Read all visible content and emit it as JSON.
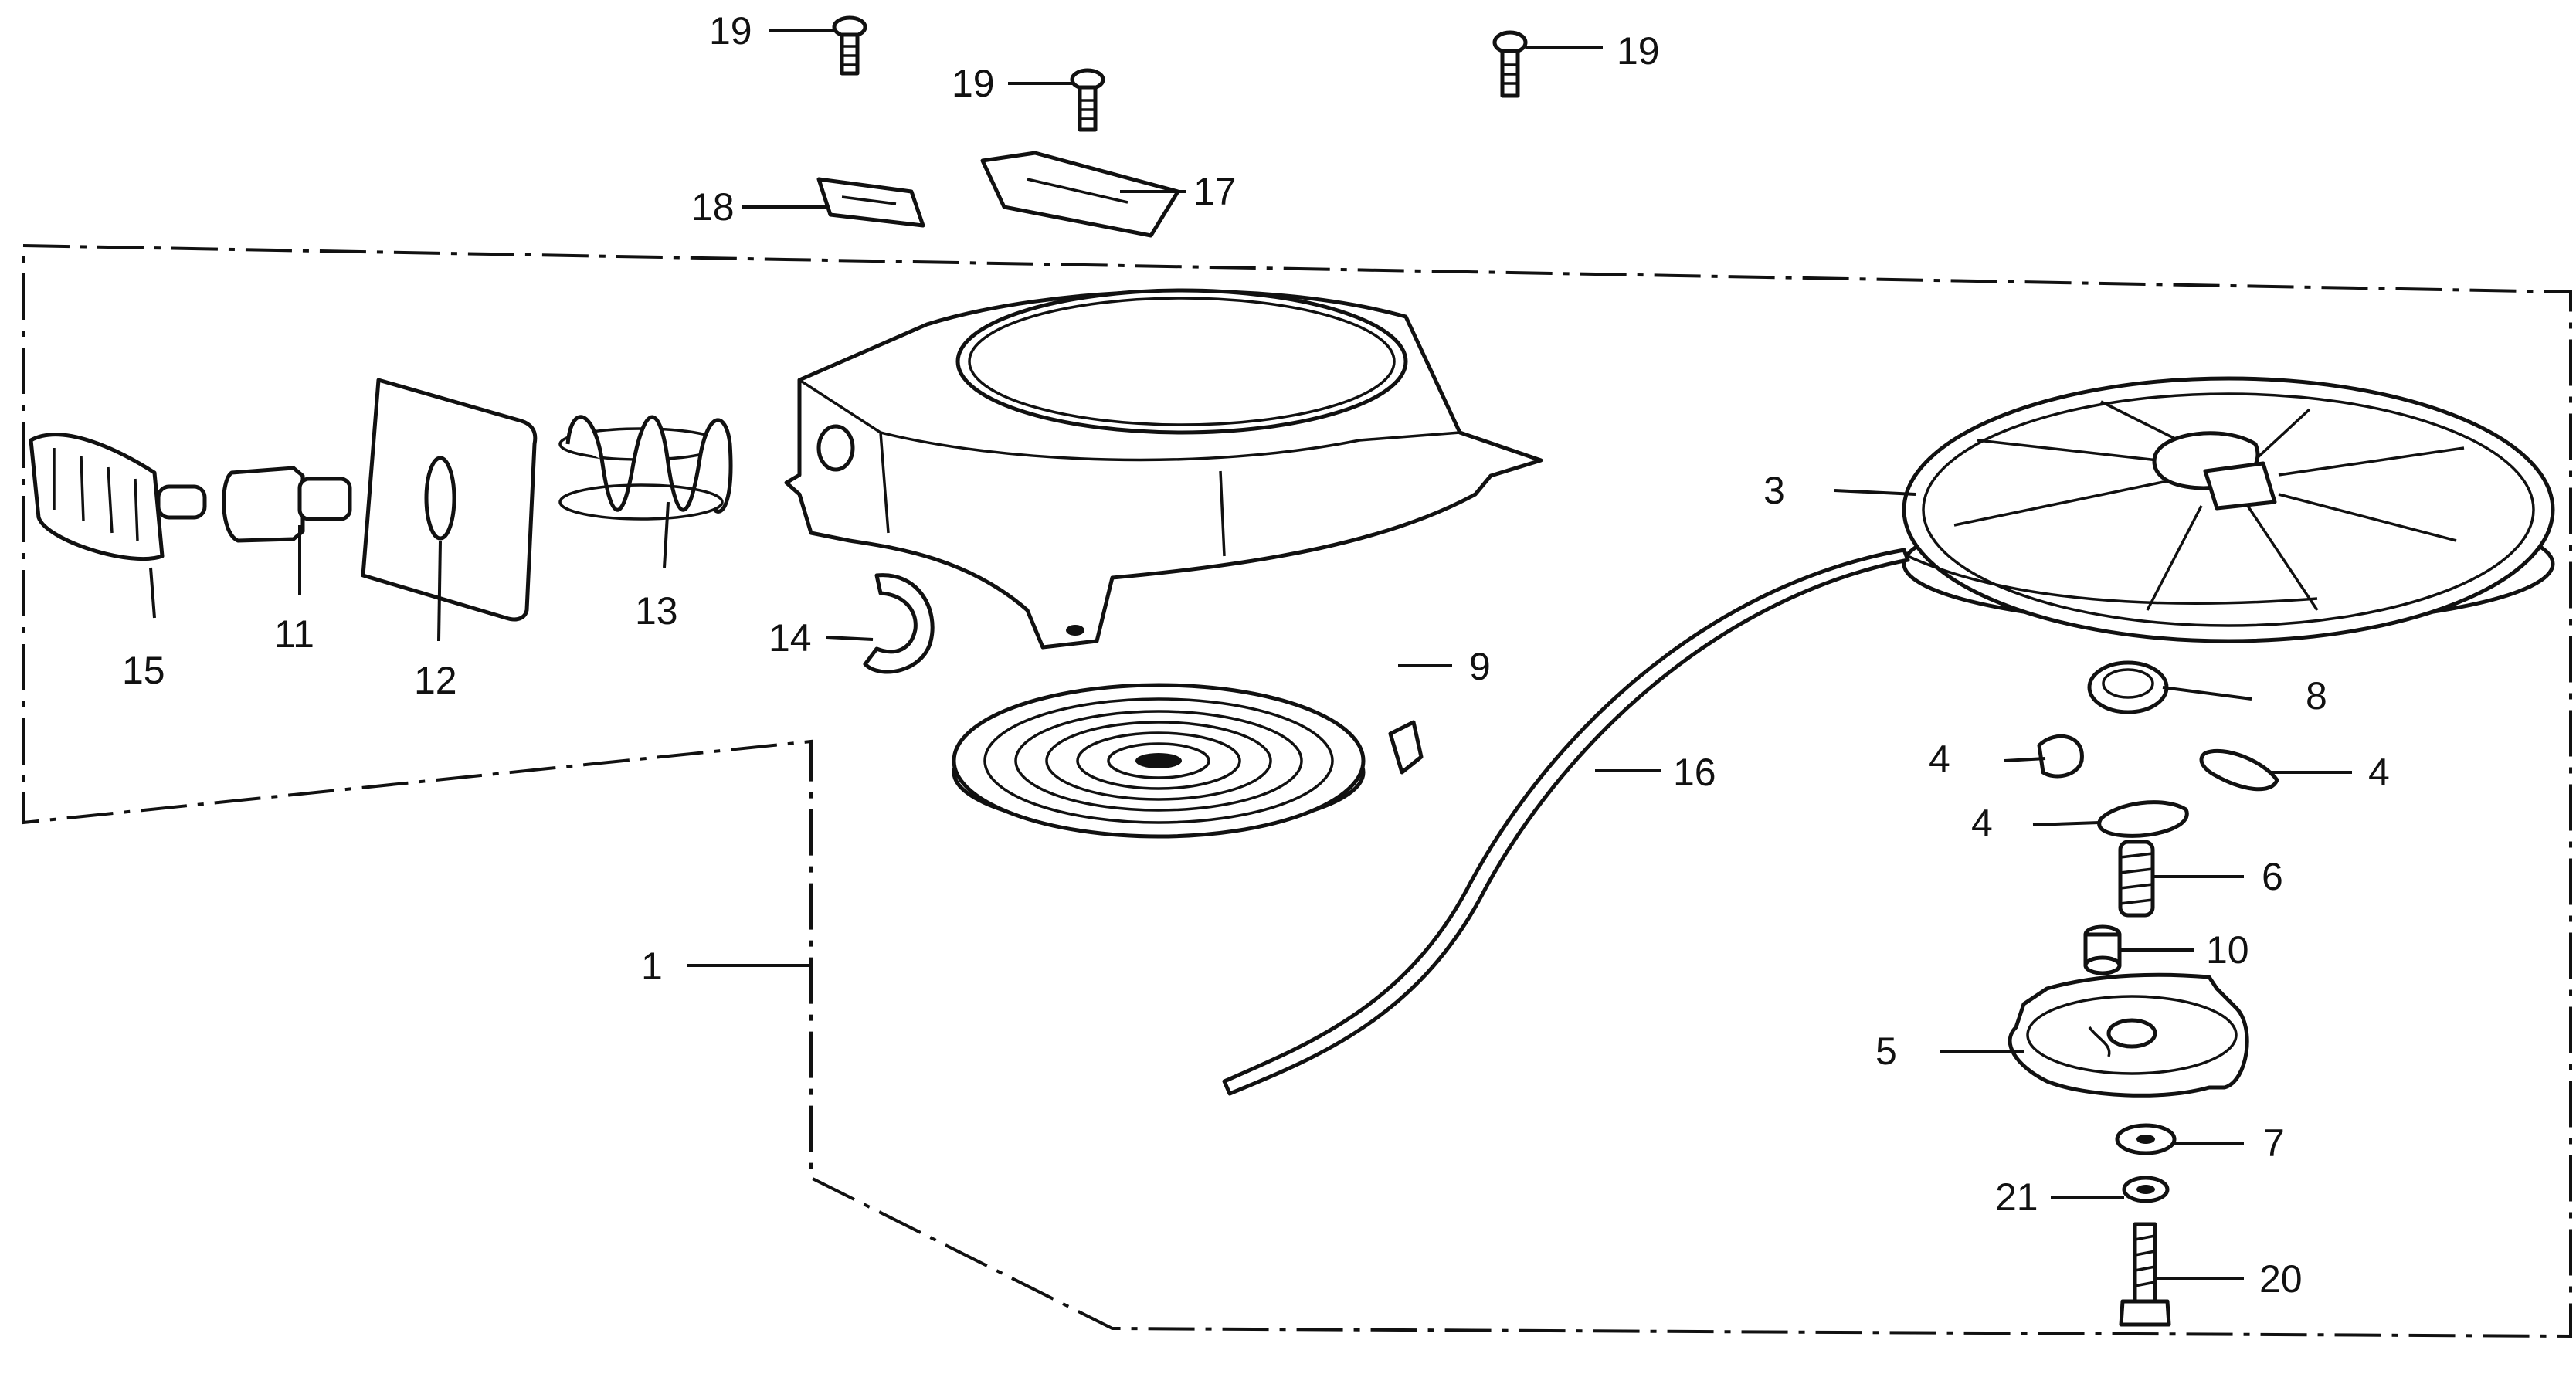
{
  "diagram": {
    "callouts": [
      {
        "id": "1",
        "label": "1"
      },
      {
        "id": "3",
        "label": "3"
      },
      {
        "id": "4a",
        "label": "4"
      },
      {
        "id": "4b",
        "label": "4"
      },
      {
        "id": "4c",
        "label": "4"
      },
      {
        "id": "5",
        "label": "5"
      },
      {
        "id": "6",
        "label": "6"
      },
      {
        "id": "7",
        "label": "7"
      },
      {
        "id": "8",
        "label": "8"
      },
      {
        "id": "9",
        "label": "9"
      },
      {
        "id": "10",
        "label": "10"
      },
      {
        "id": "11",
        "label": "11"
      },
      {
        "id": "12",
        "label": "12"
      },
      {
        "id": "13",
        "label": "13"
      },
      {
        "id": "14",
        "label": "14"
      },
      {
        "id": "15",
        "label": "15"
      },
      {
        "id": "16",
        "label": "16"
      },
      {
        "id": "17",
        "label": "17"
      },
      {
        "id": "18",
        "label": "18"
      },
      {
        "id": "19a",
        "label": "19"
      },
      {
        "id": "19b",
        "label": "19"
      },
      {
        "id": "19c",
        "label": "19"
      },
      {
        "id": "20",
        "label": "20"
      },
      {
        "id": "21",
        "label": "21"
      }
    ]
  }
}
